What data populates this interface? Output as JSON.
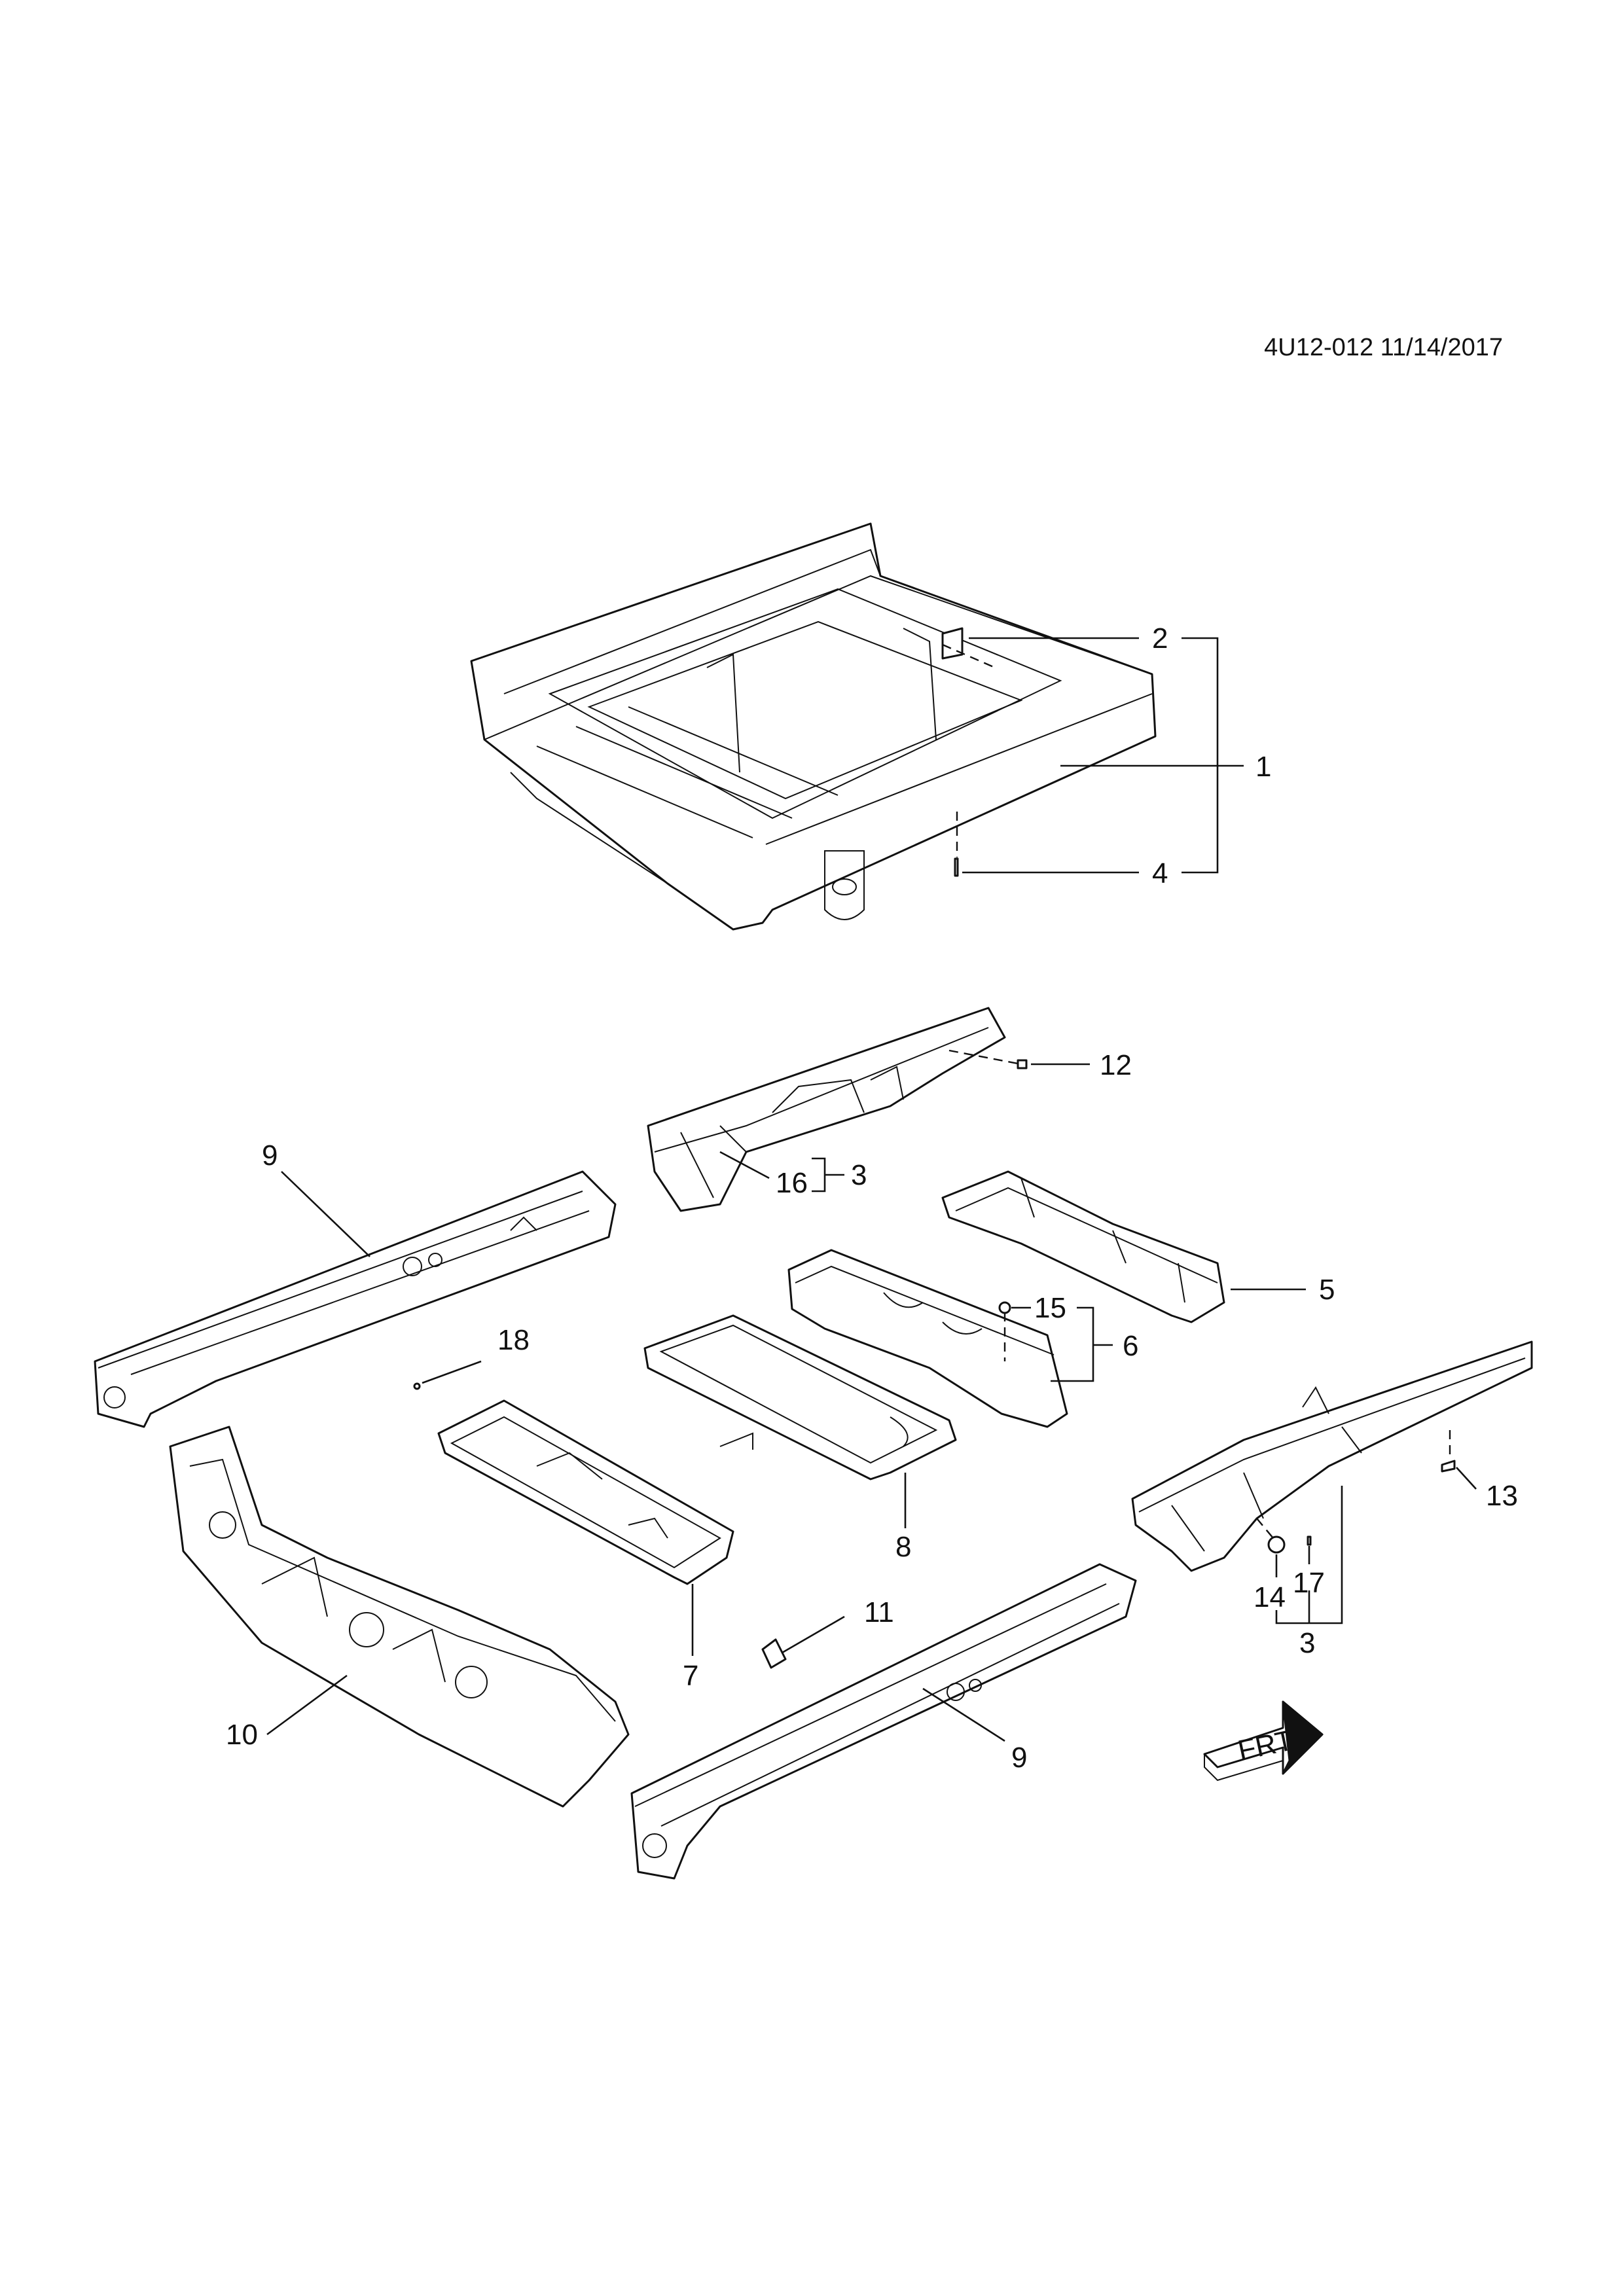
{
  "diagram": {
    "reference": "4U12-012 11/14/2017",
    "callouts": [
      {
        "id": "c2",
        "text": "2"
      },
      {
        "id": "c1",
        "text": "1"
      },
      {
        "id": "c4",
        "text": "4"
      },
      {
        "id": "c12",
        "text": "12"
      },
      {
        "id": "c3a",
        "text": "3"
      },
      {
        "id": "c16",
        "text": "16"
      },
      {
        "id": "c9a",
        "text": "9"
      },
      {
        "id": "c5",
        "text": "5"
      },
      {
        "id": "c18",
        "text": "18"
      },
      {
        "id": "c15",
        "text": "15"
      },
      {
        "id": "c6",
        "text": "6"
      },
      {
        "id": "c13",
        "text": "13"
      },
      {
        "id": "c8",
        "text": "8"
      },
      {
        "id": "c17",
        "text": "17"
      },
      {
        "id": "c14",
        "text": "14"
      },
      {
        "id": "c3b",
        "text": "3"
      },
      {
        "id": "c11",
        "text": "11"
      },
      {
        "id": "c7",
        "text": "7"
      },
      {
        "id": "c10",
        "text": "10"
      },
      {
        "id": "c9b",
        "text": "9"
      }
    ],
    "direction_badge": "FRT"
  }
}
